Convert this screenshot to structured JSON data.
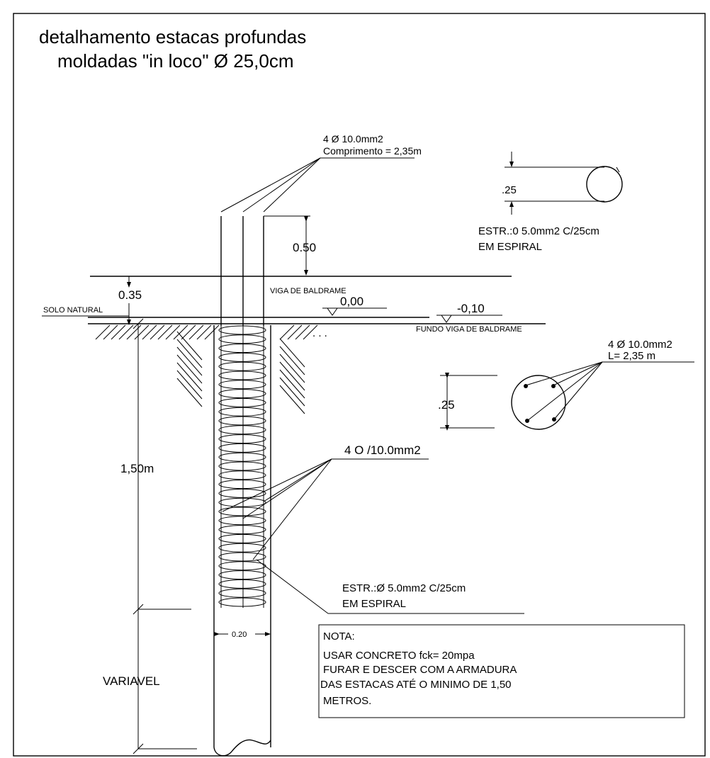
{
  "title": {
    "line1": "detalhamento estacas profundas",
    "line2": "moldadas \"in loco\" Ø 25,0cm"
  },
  "top_rebar": {
    "line1": "4 Ø 10.0mm2",
    "line2": "Comprimento = 2,35m"
  },
  "dims": {
    "d050": "0.50",
    "d035": "0.35",
    "d150": "1,50m",
    "variavel": "VARIAVEL",
    "d020": "0.20",
    "d25_top": ".25",
    "d25_section": ".25"
  },
  "labels": {
    "solo_natural": "SOLO NATURAL",
    "viga_baldrame": "VIGA DE BALDRAME",
    "level_000": "0,00",
    "level_010": "-0,10",
    "fundo_viga": "FUNDO VIGA DE BALDRAME",
    "dots": ". . ."
  },
  "spiral_top": {
    "line1": "ESTR.:0 5.0mm2 C/25cm",
    "line2": "EM ESPIRAL"
  },
  "section_rebar": {
    "line1": "4 Ø 10.0mm2",
    "line2": "L= 2,35 m"
  },
  "mid_rebar": {
    "line1": "4 O /10.0mm2"
  },
  "spiral_mid": {
    "line1": "ESTR.:Ø 5.0mm2 C/25cm",
    "line2": "EM ESPIRAL"
  },
  "nota": {
    "heading": "NOTA:",
    "line1": "USAR CONCRETO fck= 20mpa",
    "line2": "FURAR E DESCER COM A ARMADURA",
    "line3": "DAS ESTACAS ATÉ O MINIMO DE 1,50",
    "line4": "METROS."
  }
}
